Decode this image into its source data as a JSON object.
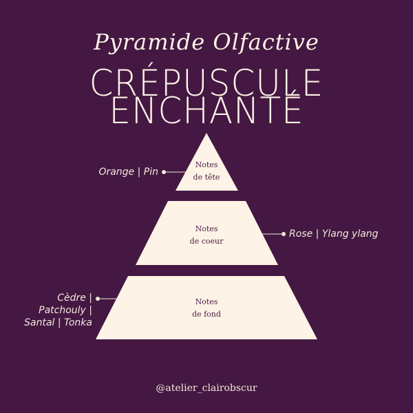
{
  "header": {
    "script_title": "Pyramide Olfactive",
    "title_line1": "CRÉPUSCULE",
    "title_line2": "ENCHANTÉ"
  },
  "pyramid": {
    "top": {
      "line1": "Notes",
      "line2": "de tête",
      "notes": "Orange | Pin"
    },
    "middle": {
      "line1": "Notes",
      "line2": "de coeur",
      "notes": "Rose | Ylang ylang"
    },
    "base": {
      "line1": "Notes",
      "line2": "de fond",
      "notes_line1": "Cèdre |",
      "notes_line2": "Patchouly |",
      "notes_line3": "Santal | Tonka"
    }
  },
  "footer": {
    "handle": "@atelier_clairobscur"
  },
  "colors": {
    "background": "#441842",
    "cream": "#fdf3e6",
    "text_dark": "#4a1b45"
  }
}
